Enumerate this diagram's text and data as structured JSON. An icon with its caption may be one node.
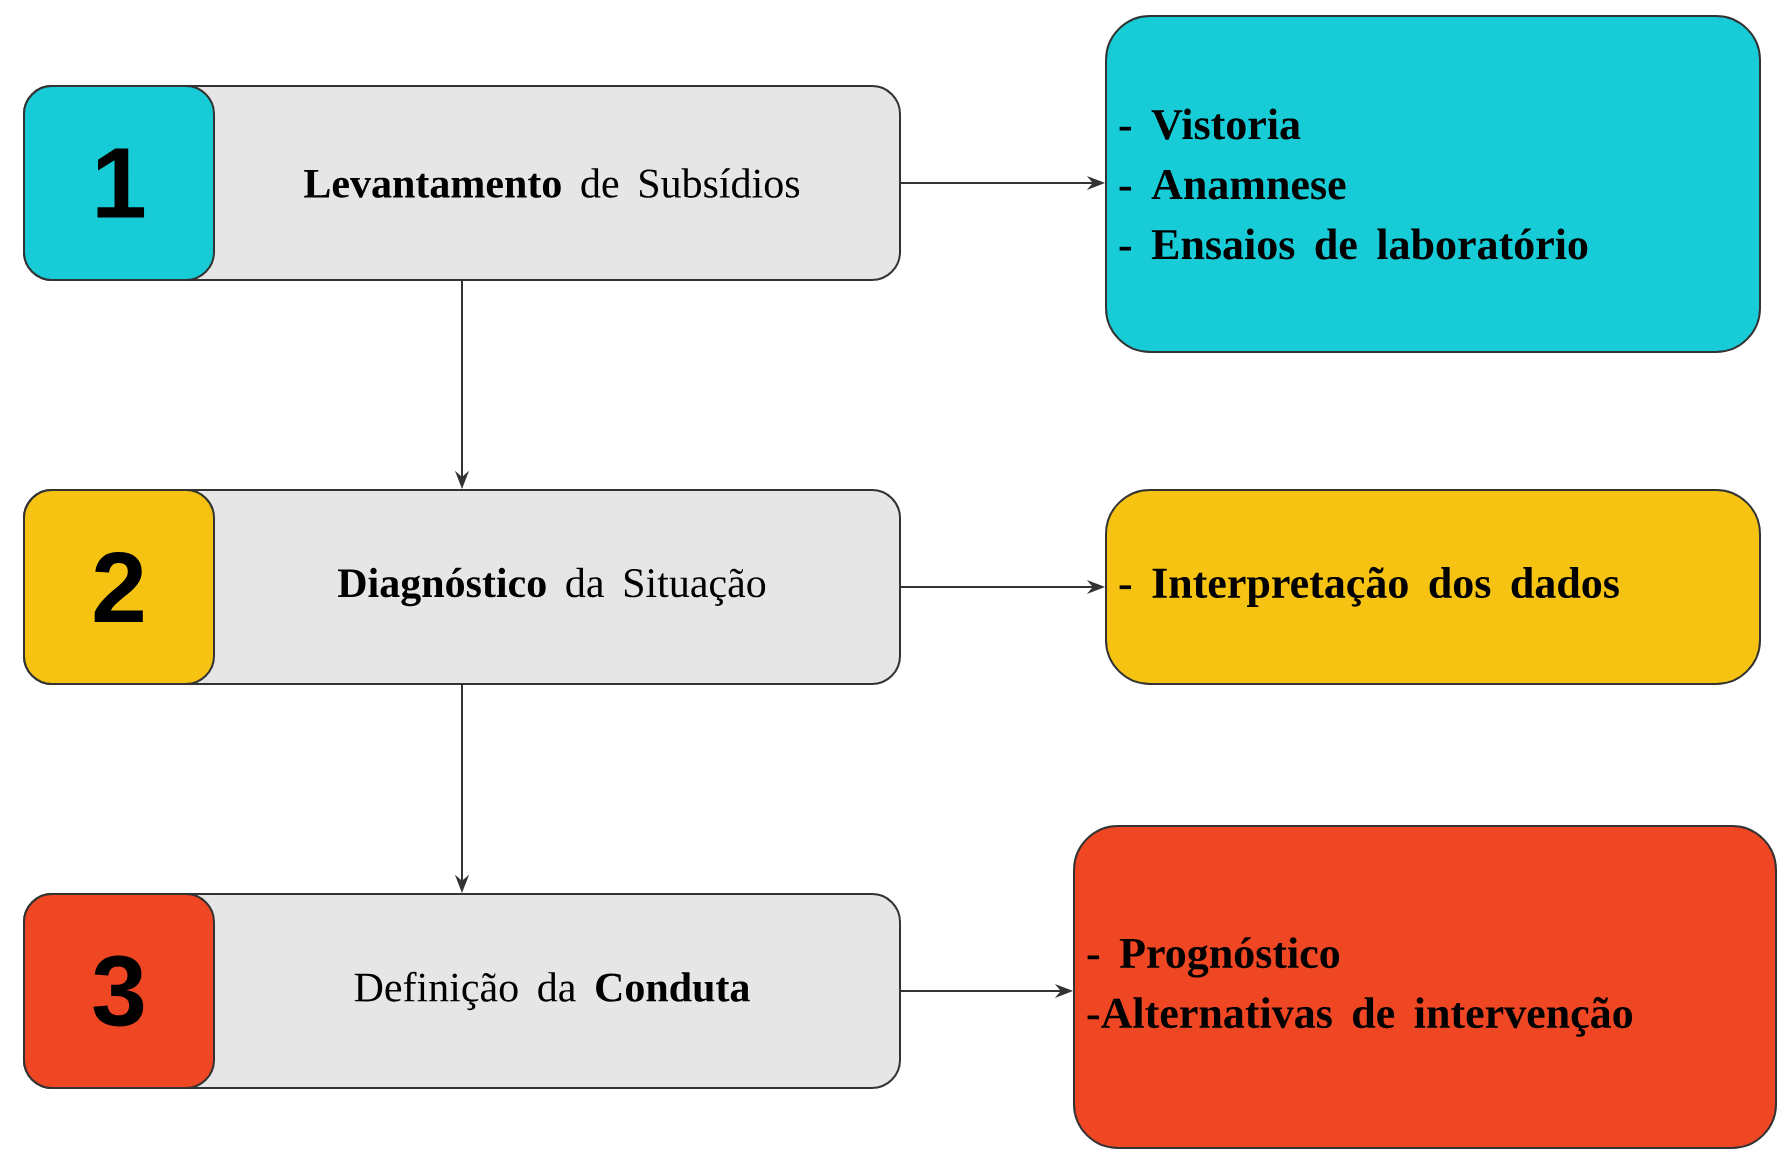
{
  "diagram": {
    "nodes": [
      {
        "text": [
          "**Levantamento** de Subsídios"
        ]
      },
      {
        "text": [
          "1"
        ],
        "in": 0
      },
      {
        "text": [
          "- Vistoria",
          "- Anamnese",
          "- Ensaios de laboratório"
        ]
      },
      {
        "text": [
          "**Diagnóstico** da Situação"
        ]
      },
      {
        "text": [
          "2"
        ],
        "in": 3
      },
      {
        "text": [
          "- Interpretação dos dados"
        ]
      },
      {
        "text": [
          "Definição da **Conduta**"
        ]
      },
      {
        "text": [
          "3"
        ],
        "in": 6
      },
      {
        "text": [
          "- Prognóstico",
          "-Alternativas de intervenção"
        ]
      }
    ],
    "edges": [
      {
        "from": 0,
        "to": 2,
        "arrow": "to"
      },
      {
        "from": 0,
        "to": 3,
        "arrow": "to"
      },
      {
        "from": 3,
        "to": 5,
        "arrow": "to"
      },
      {
        "from": 3,
        "to": 6,
        "arrow": "to"
      },
      {
        "from": 6,
        "to": 8,
        "arrow": "to"
      }
    ]
  }
}
